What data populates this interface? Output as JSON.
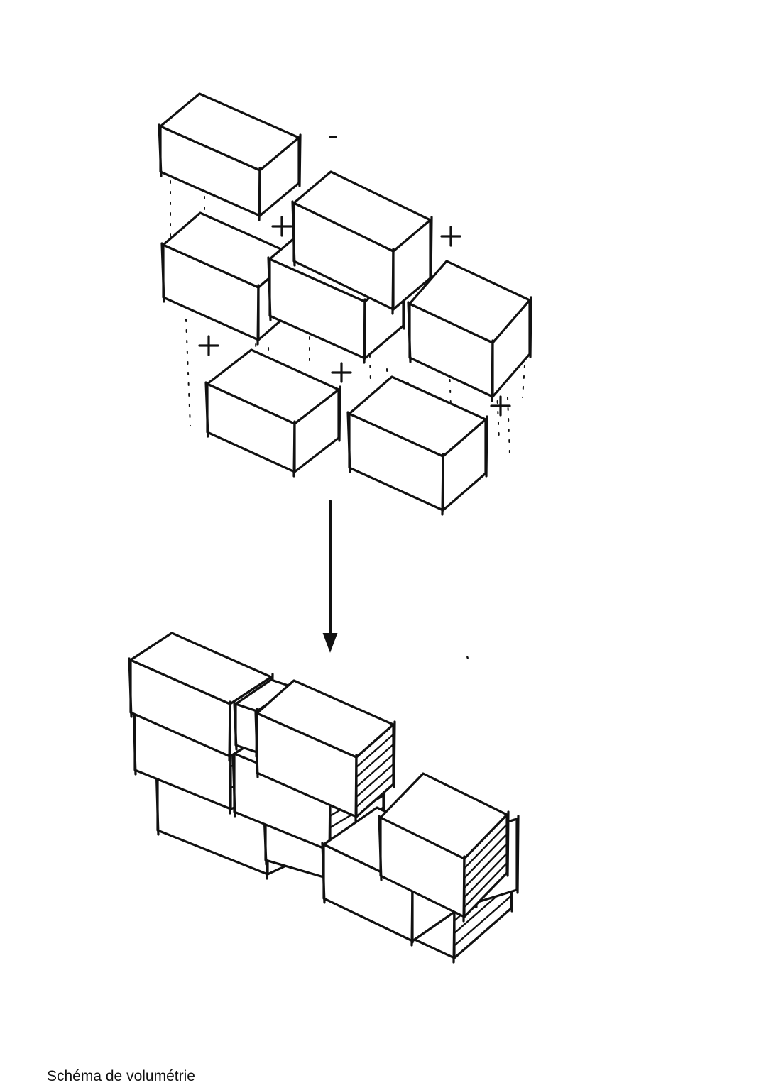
{
  "caption": "Schéma de volumétrie",
  "colors": {
    "ink": "#111111",
    "paper": "#ffffff"
  },
  "icons": {
    "plus": "plus-sign",
    "arrow": "arrow-down"
  }
}
